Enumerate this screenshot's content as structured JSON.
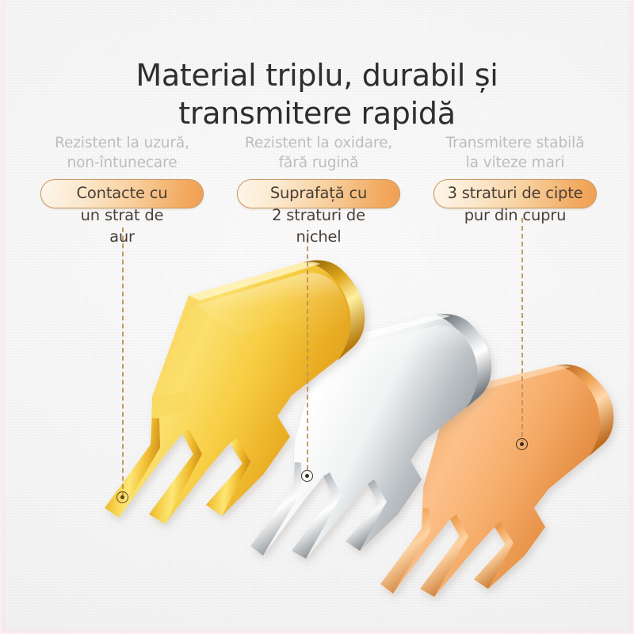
{
  "headline": {
    "line1": "Material triplu, durabil și",
    "line2": "transmitere rapidă"
  },
  "colors": {
    "headline_text": "#2e2e2e",
    "subtitle_text": "#bdbdbd",
    "badge_text": "#4a4038",
    "badge_border": "#c99a62",
    "badge_gradient_start": "#fdf6ea",
    "badge_gradient_end": "#efa055",
    "leader_line": "#c09257",
    "marker_ring": "#3b2f22",
    "background": "#fbfbfb",
    "gold_layer": "#f2c230",
    "nickel_layer": "#cfd2d4",
    "copper_layer": "#f0a868"
  },
  "callouts": [
    {
      "id": "gold",
      "subtitle": "Rezistent la uzură,\nnon-întunecare",
      "badge": "Contacte cu\nun strat de\naur",
      "marker_icon": "target-ring-icon",
      "layer_name": "gold-layer"
    },
    {
      "id": "nickel",
      "subtitle": "Rezistent la oxidare,\nfără rugină",
      "badge": "Suprafață cu\n2 straturi de\nnichel",
      "marker_icon": "target-ring-icon",
      "layer_name": "nickel-layer"
    },
    {
      "id": "copper",
      "subtitle": "Transmitere stabilă\nla viteze mari",
      "badge": "3 straturi de cipte\npur din cupru",
      "marker_icon": "target-ring-icon",
      "layer_name": "copper-layer"
    }
  ]
}
